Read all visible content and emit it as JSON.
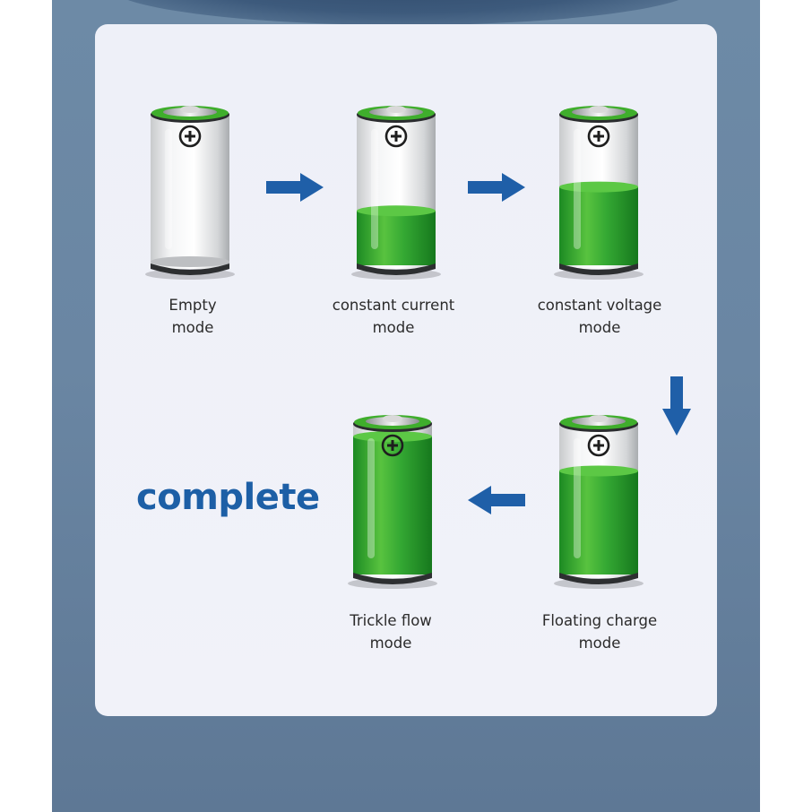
{
  "stages": [
    {
      "label_line1": "Empty",
      "label_line2": "mode",
      "fill_fraction": 0.0
    },
    {
      "label_line1": "constant current",
      "label_line2": "mode",
      "fill_fraction": 0.37
    },
    {
      "label_line1": "constant voltage",
      "label_line2": "mode",
      "fill_fraction": 0.55
    },
    {
      "label_line1": "Floating charge",
      "label_line2": "mode",
      "fill_fraction": 0.74
    },
    {
      "label_line1": "Trickle flow",
      "label_line2": "mode",
      "fill_fraction": 1.0
    }
  ],
  "complete_label": "complete",
  "colors": {
    "cap_ring": "#3fae2c",
    "liquid_green": "#2ea533",
    "arrow_blue": "#1f5fa8",
    "complete_text": "#1d5fa6"
  },
  "icons": {
    "battery": "battery-icon",
    "terminal": "plus-terminal-icon",
    "arrow": "arrow-icon"
  }
}
